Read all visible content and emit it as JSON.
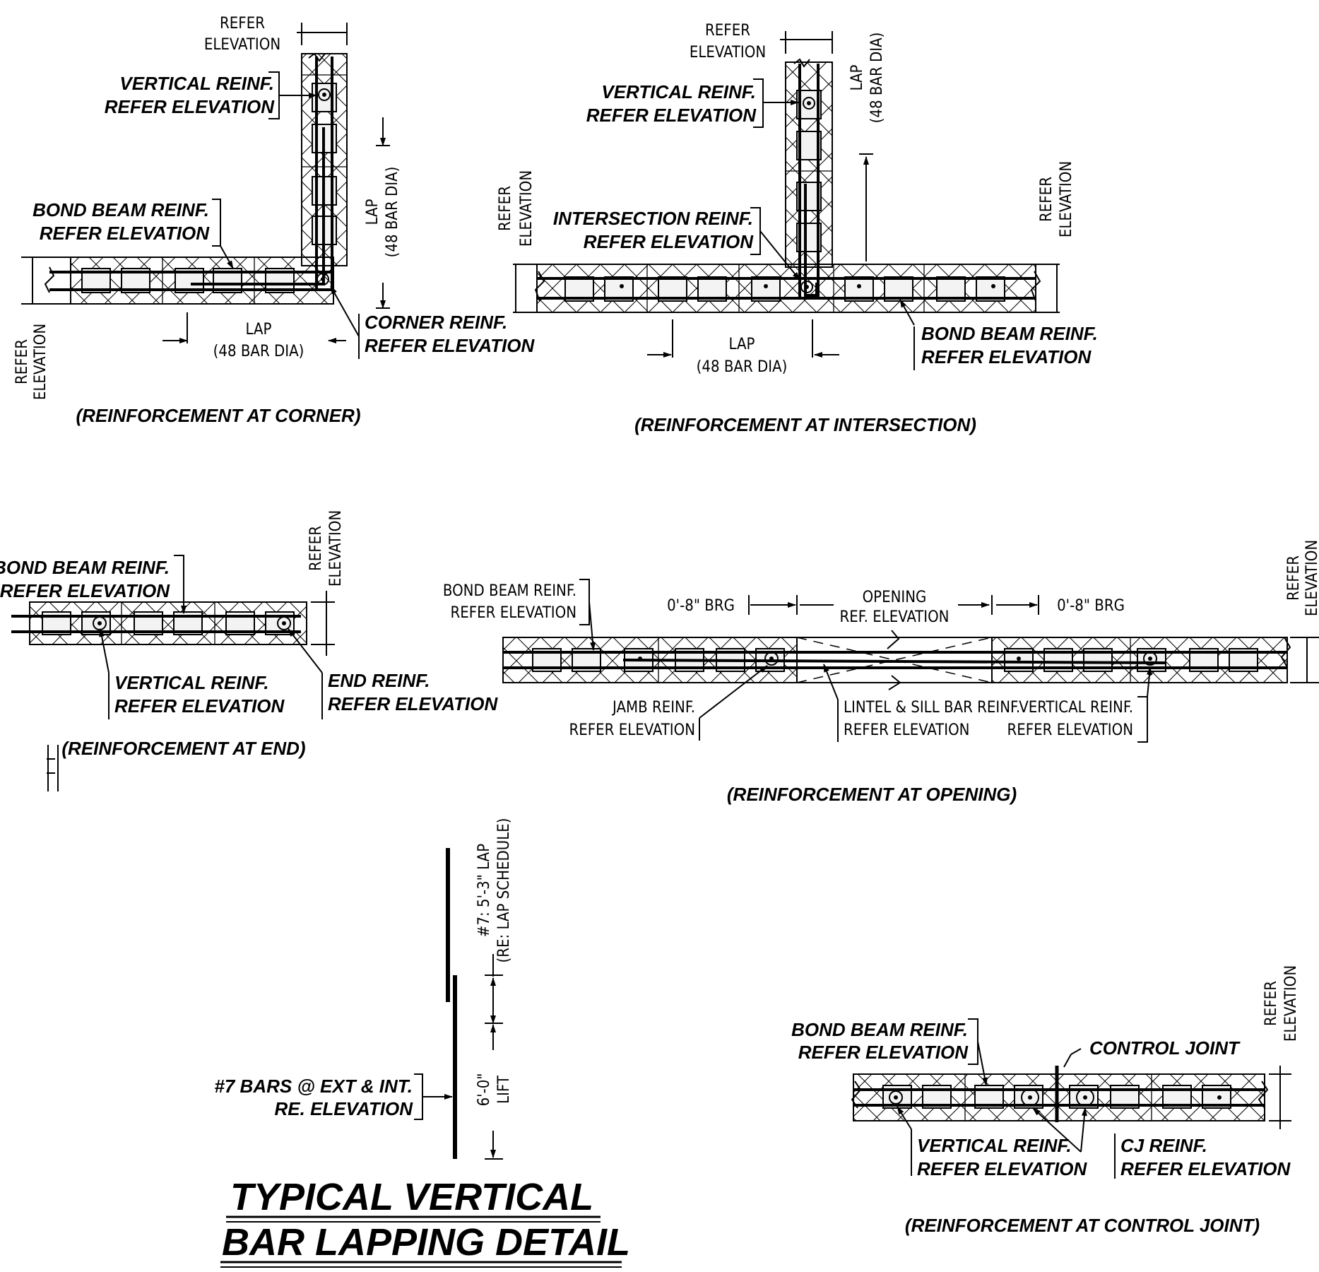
{
  "title": {
    "line1": "TYPICAL VERTICAL",
    "line2": "BAR LAPPING DETAIL"
  },
  "corner": {
    "refer_top_1": "REFER",
    "refer_top_2": "ELEVATION",
    "vert_1": "VERTICAL REINF.",
    "vert_2": "REFER ELEVATION",
    "bond_1": "BOND BEAM REINF.",
    "bond_2": "REFER ELEVATION",
    "lap_v_1": "LAP",
    "lap_v_2": "(48 BAR DIA)",
    "refer_left_1": "REFER",
    "refer_left_2": "ELEVATION",
    "lap_h_1": "LAP",
    "lap_h_2": "(48 BAR DIA)",
    "corner_1": "CORNER REINF.",
    "corner_2": "REFER ELEVATION",
    "caption": "(REINFORCEMENT AT CORNER)"
  },
  "intersection": {
    "refer_top_1": "REFER",
    "refer_top_2": "ELEVATION",
    "lap_v_1": "LAP",
    "lap_v_2": "(48 BAR DIA)",
    "vert_1": "VERTICAL REINF.",
    "vert_2": "REFER ELEVATION",
    "refer_left_1": "REFER",
    "refer_left_2": "ELEVATION",
    "int_1": "INTERSECTION REINF.",
    "int_2": "REFER ELEVATION",
    "refer_right_1": "REFER",
    "refer_right_2": "ELEVATION",
    "lap_h_1": "LAP",
    "lap_h_2": "(48 BAR DIA)",
    "bond_1": "BOND BEAM REINF.",
    "bond_2": "REFER ELEVATION",
    "caption": "(REINFORCEMENT AT INTERSECTION)"
  },
  "end": {
    "bond_1": "BOND BEAM REINF.",
    "bond_2": "REFER ELEVATION",
    "refer_1": "REFER",
    "refer_2": "ELEVATION",
    "vert_1": "VERTICAL REINF.",
    "vert_2": "REFER ELEVATION",
    "end_1": "END REINF.",
    "end_2": "REFER ELEVATION",
    "caption": "(REINFORCEMENT AT END)"
  },
  "opening": {
    "bond_1": "BOND BEAM REINF.",
    "bond_2": "REFER ELEVATION",
    "brg_left": "0'-8\" BRG",
    "open_1": "OPENING",
    "open_2": "REF. ELEVATION",
    "brg_right": "0'-8\" BRG",
    "refer_1": "REFER",
    "refer_2": "ELEVATION",
    "jamb_1": "JAMB REINF.",
    "jamb_2": "REFER ELEVATION",
    "lintel_1": "LINTEL & SILL BAR REINF.",
    "lintel_2": "REFER ELEVATION",
    "vert_1": "VERTICAL REINF.",
    "vert_2": "REFER ELEVATION",
    "caption": "(REINFORCEMENT AT OPENING)"
  },
  "lapping": {
    "lap_1": "#7: 5'-3\" LAP",
    "lap_2": "(RE: LAP SCHEDULE)",
    "lift_1": "6'-0\"",
    "lift_2": "LIFT",
    "bars_1": "#7 BARS @ EXT & INT.",
    "bars_2": "RE. ELEVATION"
  },
  "control_joint": {
    "bond_1": "BOND BEAM REINF.",
    "bond_2": "REFER ELEVATION",
    "cj": "CONTROL JOINT",
    "refer_1": "REFER",
    "refer_2": "ELEVATION",
    "vert_1": "VERTICAL REINF.",
    "vert_2": "REFER ELEVATION",
    "cjr_1": "CJ REINF.",
    "cjr_2": "REFER ELEVATION",
    "caption": "(REINFORCEMENT AT CONTROL JOINT)"
  }
}
